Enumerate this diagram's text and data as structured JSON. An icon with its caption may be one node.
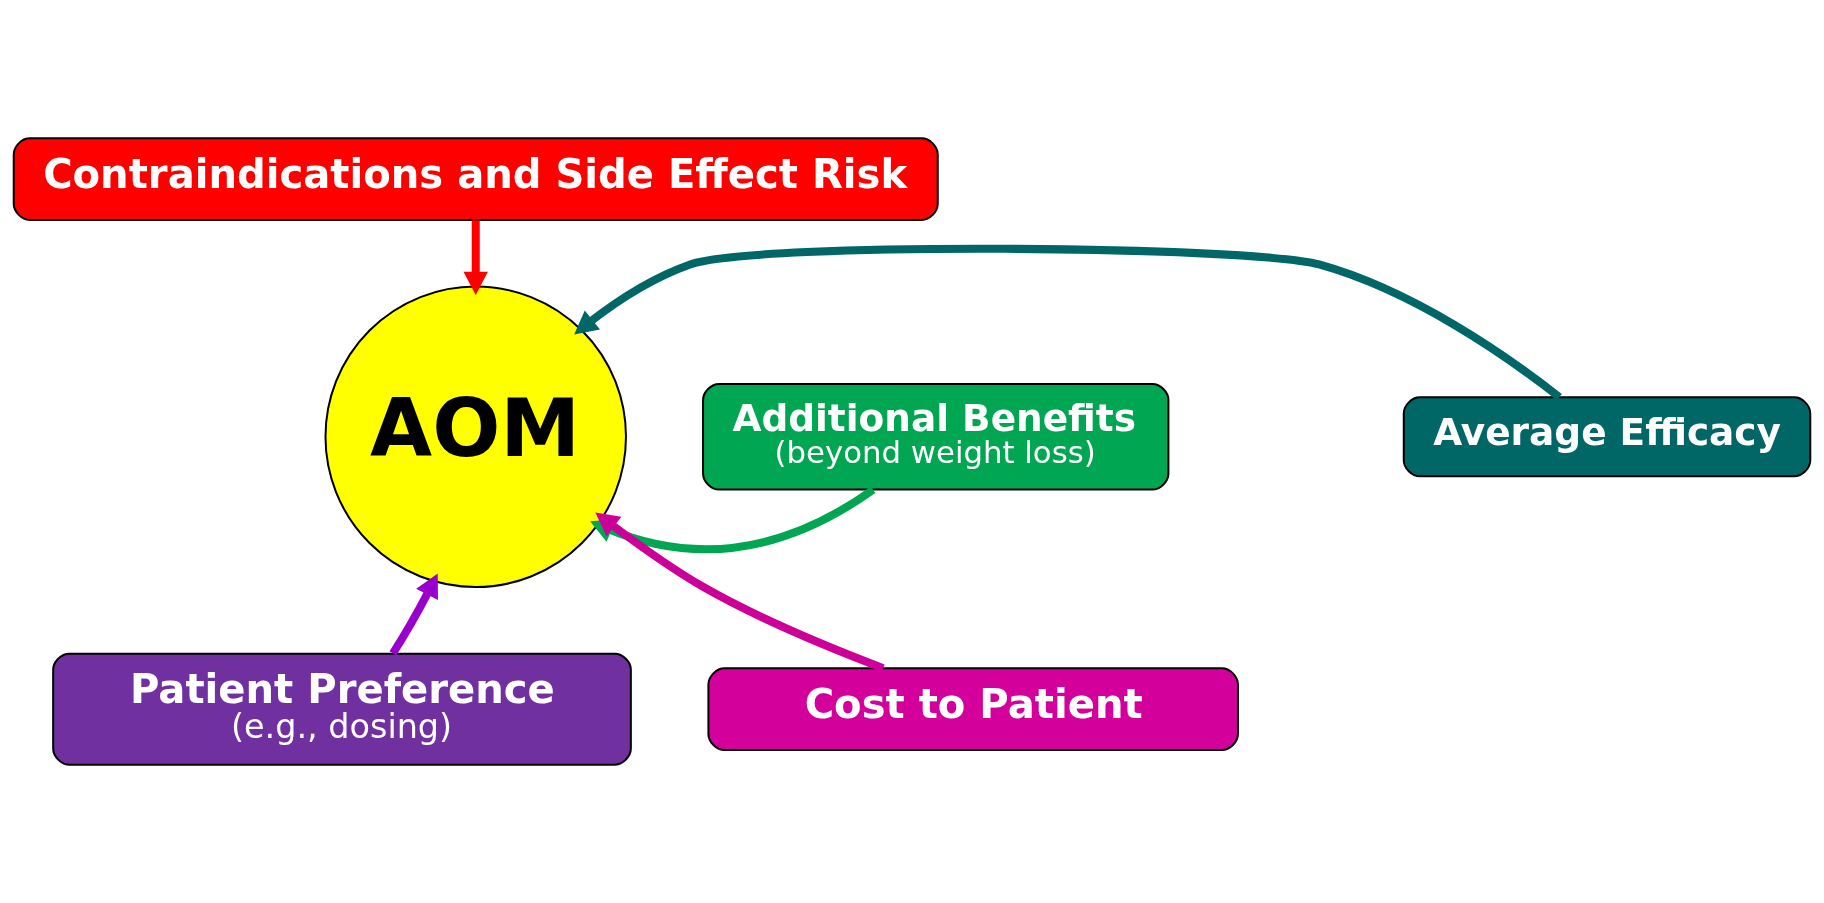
{
  "diagram": {
    "nodes": [
      {
        "text": [
          "Contraindications and Side Effect Risk"
        ]
      },
      {
        "text": [
          "Additional Benefits",
          "(beyond weight loss)"
        ]
      },
      {
        "text": [
          "AOM"
        ]
      },
      {
        "text": [
          "Average Efficacy"
        ]
      },
      {
        "text": [
          "Patient Preference",
          "(e.g., dosing)"
        ]
      },
      {
        "text": [
          "Cost to Patient"
        ]
      }
    ],
    "edges": [
      {
        "from": 0,
        "to": 2,
        "arrow": "to",
        "color": "#ff0000"
      },
      {
        "from": 1,
        "to": 2,
        "arrow": "to",
        "color": "#00a651"
      },
      {
        "from": 3,
        "to": 2,
        "arrow": "to",
        "color": "#006666"
      },
      {
        "from": 4,
        "to": 2,
        "arrow": "to",
        "color": "#9900cc"
      },
      {
        "from": 5,
        "to": 2,
        "arrow": "to",
        "color": "#cc0099"
      }
    ]
  }
}
